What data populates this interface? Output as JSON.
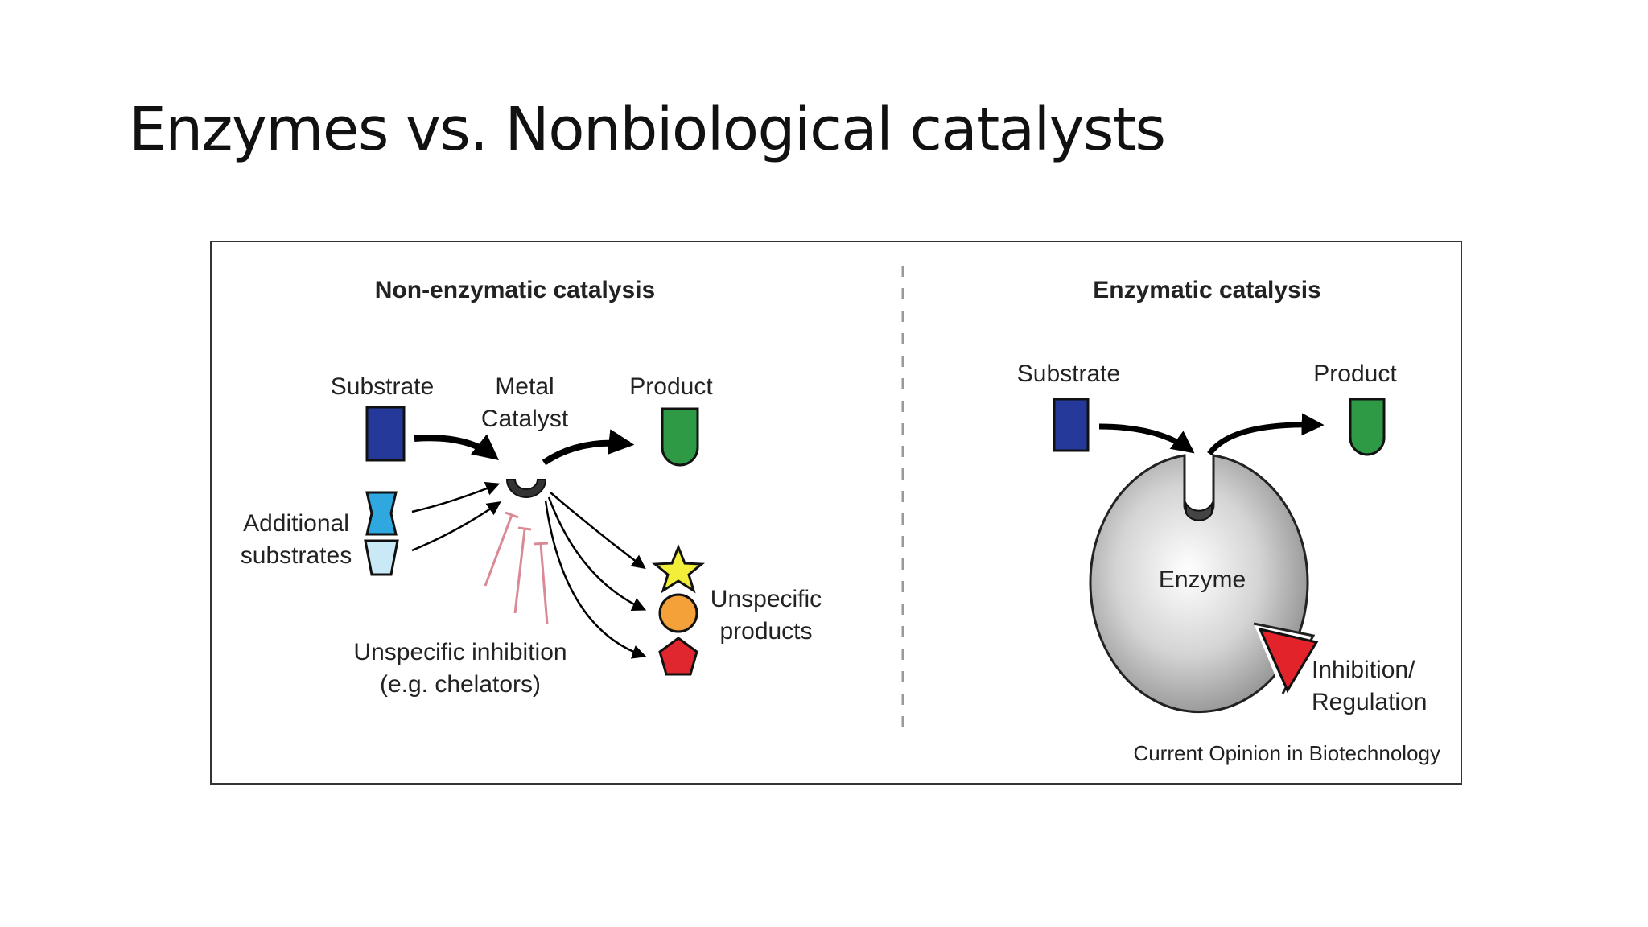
{
  "slide": {
    "title": "Enzymes vs. Nonbiological catalysts"
  },
  "figure": {
    "left_panel": {
      "heading": "Non-enzymatic catalysis",
      "substrate_label": "Substrate",
      "catalyst_label_line1": "Metal",
      "catalyst_label_line2": "Catalyst",
      "product_label": "Product",
      "additional_line1": "Additional",
      "additional_line2": "substrates",
      "unspecific_products_line1": "Unspecific",
      "unspecific_products_line2": "products",
      "inhibition_line1": "Unspecific inhibition",
      "inhibition_line2": "(e.g. chelators)"
    },
    "right_panel": {
      "heading": "Enzymatic catalysis",
      "substrate_label": "Substrate",
      "product_label": "Product",
      "enzyme_label": "Enzyme",
      "regulation_line1": "Inhibition/",
      "regulation_line2": "Regulation"
    },
    "credit": "Current Opinion in Biotechnology",
    "colors": {
      "substrate": "#24399a",
      "additional_substrate_1": "#2fa8e0",
      "additional_substrate_2": "#c9e9f7",
      "product": "#2f9a45",
      "star": "#f2ee3a",
      "circle": "#f5a13a",
      "pentagon": "#e0262f",
      "inhibitor_lines": "#d98a94",
      "enzyme_gray": "#c9c9c9",
      "regulator": "#e3232a"
    }
  }
}
